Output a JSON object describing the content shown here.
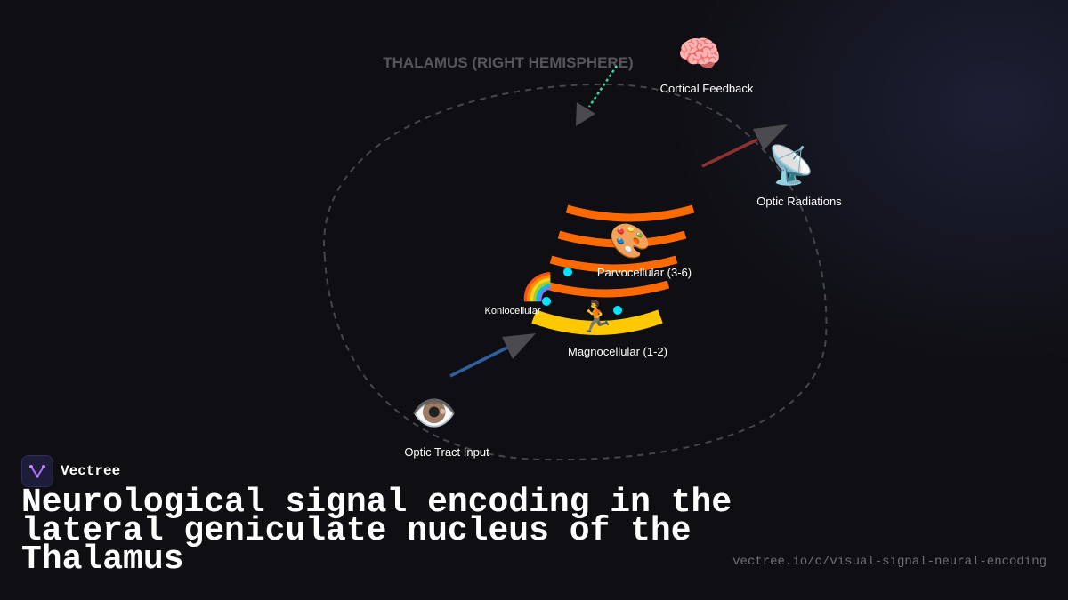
{
  "diagram": {
    "region_label": "THALAMUS (RIGHT HEMISPHERE)",
    "nodes": {
      "cortical_feedback": {
        "icon": "brain-icon",
        "glyph": "🧠",
        "label": "Cortical Feedback"
      },
      "optic_radiations": {
        "icon": "satellite-dish-icon",
        "glyph": "📡",
        "label": "Optic Radiations"
      },
      "parvocellular": {
        "icon": "palette-icon",
        "glyph": "🎨",
        "label": "Parvocellular (3-6)"
      },
      "koniocellular": {
        "icon": "rainbow-icon",
        "glyph": "🌈",
        "label": "Koniocellular"
      },
      "magnocellular": {
        "icon": "running-person-icon",
        "glyph": "🏃",
        "label": "Magnocellular (1-2)"
      },
      "optic_tract": {
        "icon": "eye-icon",
        "glyph": "👁️",
        "label": "Optic Tract Input"
      }
    },
    "colors": {
      "parvocellular_layer": "#ff6a00",
      "magnocellular_layer": "#ffc800",
      "koniocellular_dot": "#00e5ff",
      "input_arrow": "#2f5f9e",
      "output_arrow": "#8e3034",
      "feedback_arrow": "#3dd6a0",
      "region_outline": "#45454c"
    }
  },
  "brand": {
    "name": "Vectree",
    "logo_icon": "vectree-logo-icon"
  },
  "title": "Neurological signal encoding in the lateral geniculate nucleus of the Thalamus",
  "url": "vectree.io/c/visual-signal-neural-encoding"
}
